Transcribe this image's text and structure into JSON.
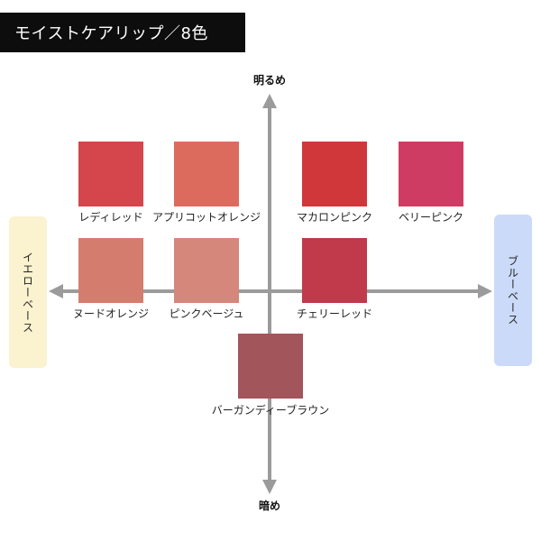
{
  "title": "モイストケアリップ／8色",
  "axes": {
    "top": "明るめ",
    "bottom": "暗め",
    "left": "イエローベース",
    "right": "ブルーベース"
  },
  "colors": {
    "yellow_base_bg": "#fbf2cf",
    "blue_base_bg": "#cbdaf8",
    "axis": "#9b9b9b"
  },
  "swatches": [
    {
      "name": "レディレッド",
      "color": "#d4464b"
    },
    {
      "name": "アプリコットオレンジ",
      "color": "#dd6b5d"
    },
    {
      "name": "マカロンピンク",
      "color": "#d0373a"
    },
    {
      "name": "ベリーピンク",
      "color": "#cf3c63"
    },
    {
      "name": "ヌードオレンジ",
      "color": "#d47d6e"
    },
    {
      "name": "ピンクベージュ",
      "color": "#d4877a"
    },
    {
      "name": "チェリーレッド",
      "color": "#c03a4c"
    },
    {
      "name": "バーガンディーブラウン",
      "color": "#a2555b"
    }
  ]
}
